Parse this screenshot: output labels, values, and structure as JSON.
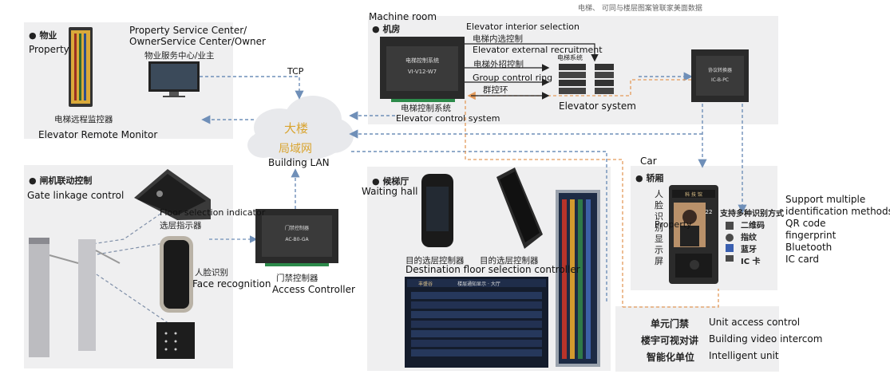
{
  "top_note": "电梯、      可同与楼层图案管联家美面数据",
  "property": {
    "section_cn": "物业",
    "section_en": "Property",
    "service_center_en_1": "Property Service Center/",
    "service_center_en_2": "OwnerService Center/Owner",
    "service_center_cn": "物业服务中心/业主",
    "monitor_cn": "电梯远程监控器",
    "monitor_en": "Elevator Remote Monitor"
  },
  "network": {
    "tcp": "TCP",
    "lan_cn_1": "大楼",
    "lan_cn_2": "局域网",
    "lan_en": "Building LAN"
  },
  "machine_room": {
    "title_en": "Machine room",
    "section_cn": "机房",
    "controller_label_1": "电梯控制系统",
    "controller_label_2": "VI-V12-W7",
    "interior_en": "Elevator interior selection",
    "interior_cn": "电梯内选控制",
    "external_en": "Elevator external recruitment",
    "external_cn": "电梯外招控制",
    "group_en": "Group control ring",
    "group_cn": "群控环",
    "system_cn": "电梯系统",
    "system_en": "Elevator system",
    "control_system_cn": "电梯控制系统",
    "control_system_en": "Elevator control system",
    "coordinator_1": "协议转换器",
    "coordinator_2": "IC-B-PC"
  },
  "gate": {
    "section_cn": "闸机联动控制",
    "section_en": "Gate linkage control",
    "indicator_en": "Floor selection indicator",
    "indicator_cn": "选层指示器",
    "face_cn": "人脸识别",
    "face_en": "Face recognition",
    "access_cn": "门禁控制器",
    "access_en": "Access Controller",
    "access_device_1": "门禁控制器",
    "access_device_2": "AC-B0-GA"
  },
  "hall": {
    "section_cn": "候梯厅",
    "section_en": "Waiting hall",
    "dest_cn_1": "目的选层控制器",
    "dest_cn_2": "目的选层控制器",
    "dest_en": "Destination floor selection controller",
    "screen_title": "楼层通知显示 · 大厅",
    "screen_logo": "丰盛谷"
  },
  "car": {
    "title_en": "Car",
    "section_cn": "轿厢",
    "display_cn": [
      "人",
      "脸",
      "识",
      "别",
      "显",
      "示",
      "屏"
    ],
    "property_en": "Property",
    "panel_brand": "科 技 馆",
    "panel_floor": "22",
    "multi_cn": "支持多种识别方式",
    "methods_cn": [
      "二维码",
      "指纹",
      "蓝牙",
      "IC 卡"
    ],
    "multi_en_1": "Support multiple",
    "multi_en_2": "identification methods",
    "methods_en": [
      "QR code",
      "fingerprint",
      "Bluetooth",
      "IC card"
    ]
  },
  "unit": {
    "items_cn": [
      "单元门禁",
      "楼宇可视对讲",
      "智能化单位"
    ],
    "items_en": [
      "Unit access control",
      "Building video intercom",
      "Intelligent unit"
    ]
  }
}
